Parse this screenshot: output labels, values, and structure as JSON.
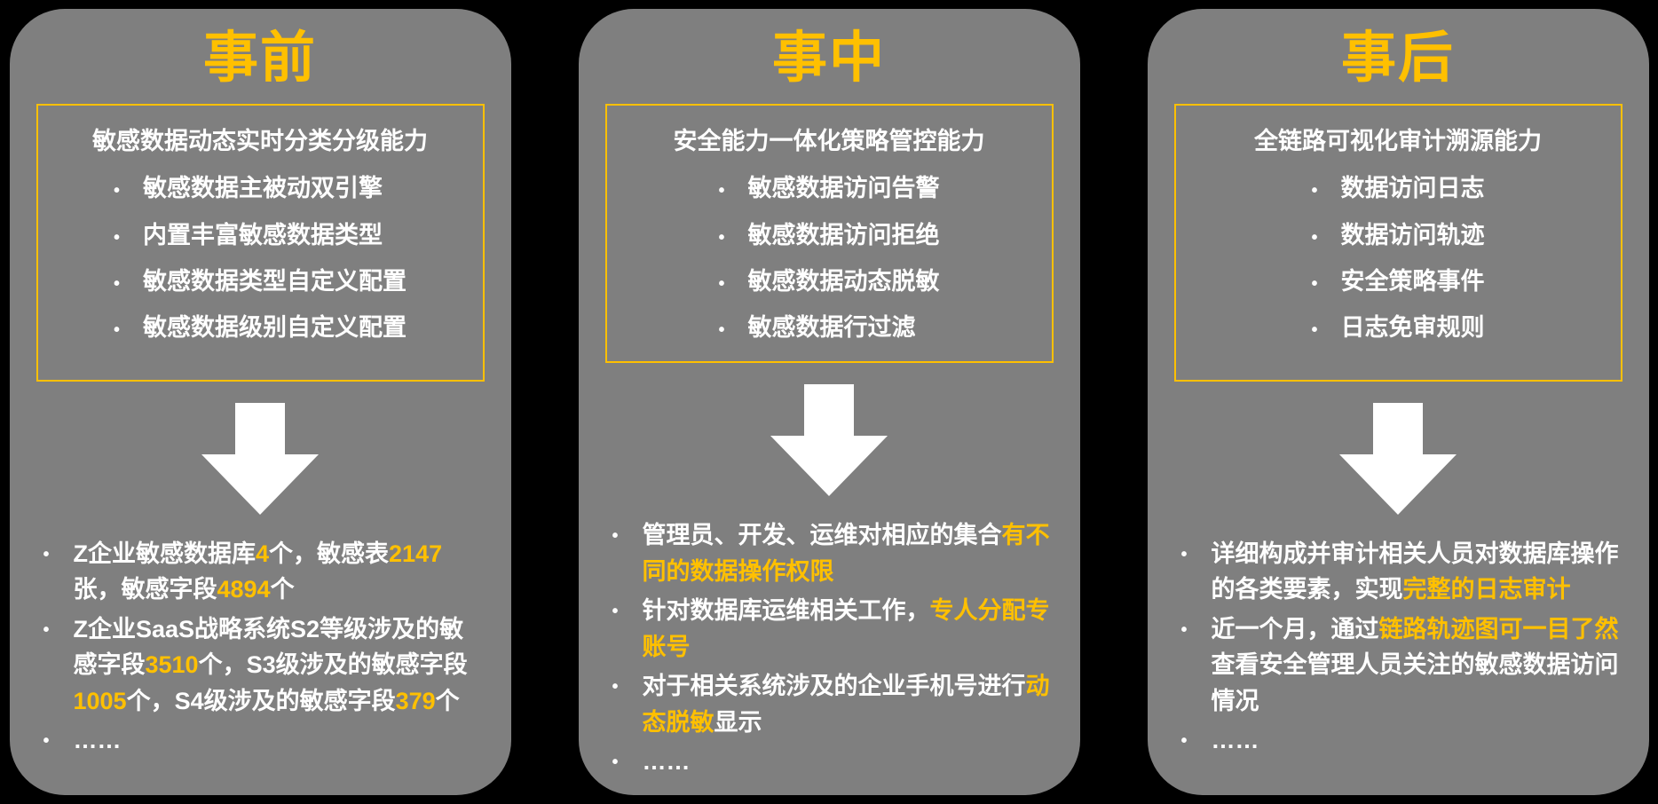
{
  "slide": {
    "background": "#000000",
    "panel_color": "#7F7F7F",
    "accent_color": "#FFC000",
    "text_color": "#FFFFFF"
  },
  "columns": [
    {
      "title": "事前",
      "box": {
        "heading": "敏感数据动态实时分类分级能力",
        "items": [
          "敏感数据主被动双引擎",
          "内置丰富敏感数据类型",
          "敏感数据类型自定义配置",
          "敏感数据级别自定义配置"
        ]
      },
      "results": [
        {
          "segments": [
            {
              "text": "Z企业敏感数据库",
              "hl": false
            },
            {
              "text": "4",
              "hl": true
            },
            {
              "text": "个，敏感表",
              "hl": false
            },
            {
              "text": "2147",
              "hl": true
            },
            {
              "text": "张，敏感字段",
              "hl": false
            },
            {
              "text": "4894",
              "hl": true
            },
            {
              "text": "个",
              "hl": false
            }
          ]
        },
        {
          "segments": [
            {
              "text": "Z企业SaaS战略系统S2等级涉及的敏感字段",
              "hl": false
            },
            {
              "text": "3510",
              "hl": true
            },
            {
              "text": "个，S3级涉及的敏感字段",
              "hl": false
            },
            {
              "text": "1005",
              "hl": true
            },
            {
              "text": "个，S4级涉及的敏感字段",
              "hl": false
            },
            {
              "text": "379",
              "hl": true
            },
            {
              "text": "个",
              "hl": false
            }
          ]
        },
        {
          "segments": [
            {
              "text": "……",
              "hl": false
            }
          ]
        }
      ]
    },
    {
      "title": "事中",
      "box": {
        "heading": "安全能力一体化策略管控能力",
        "items": [
          "敏感数据访问告警",
          "敏感数据访问拒绝",
          "敏感数据动态脱敏",
          "敏感数据行过滤"
        ]
      },
      "results": [
        {
          "segments": [
            {
              "text": "管理员、开发、运维对相应的集合",
              "hl": false
            },
            {
              "text": "有不同的数据操作权限",
              "hl": true
            }
          ]
        },
        {
          "segments": [
            {
              "text": "针对数据库运维相关工作，",
              "hl": false
            },
            {
              "text": "专人分配专账号",
              "hl": true
            }
          ]
        },
        {
          "segments": [
            {
              "text": "对于相关系统涉及的企业手机号进行",
              "hl": false
            },
            {
              "text": "动态脱敏",
              "hl": true
            },
            {
              "text": "显示",
              "hl": false
            }
          ]
        },
        {
          "segments": [
            {
              "text": "……",
              "hl": false
            }
          ]
        }
      ]
    },
    {
      "title": "事后",
      "box": {
        "heading": "全链路可视化审计溯源能力",
        "items": [
          "数据访问日志",
          "数据访问轨迹",
          "安全策略事件",
          "日志免审规则"
        ]
      },
      "results": [
        {
          "segments": [
            {
              "text": "详细构成并审计相关人员对数据库操作的各类要素，实现",
              "hl": false
            },
            {
              "text": "完整的日志审计",
              "hl": true
            }
          ]
        },
        {
          "segments": [
            {
              "text": "近一个月，通过",
              "hl": false
            },
            {
              "text": "链路轨迹图可一目了然",
              "hl": true
            },
            {
              "text": "查看安全管理人员关注的敏感数据访问情况",
              "hl": false
            }
          ]
        },
        {
          "segments": [
            {
              "text": "……",
              "hl": false
            }
          ]
        }
      ]
    }
  ]
}
